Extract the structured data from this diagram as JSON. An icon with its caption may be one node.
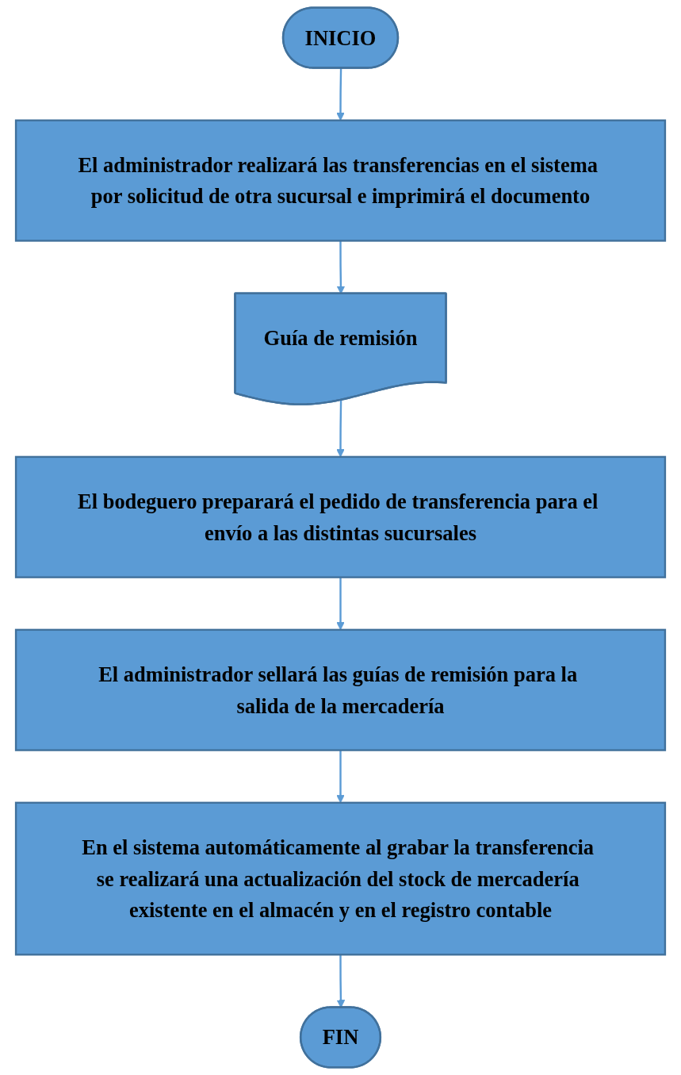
{
  "diagram": {
    "nodes": [
      {
        "text": [
          "INICIO"
        ]
      },
      {
        "text": [
          "El administrador realizará las transferencias en el sistema por solicitud de otra sucursal e imprimirá el documento"
        ]
      },
      {
        "text": [
          "Guía de remisión"
        ]
      },
      {
        "text": [
          "El bodeguero preparará el pedido de transferencia para el envío a las distintas sucursales"
        ]
      },
      {
        "text": [
          "El administrador sellará las guías de remisión para la salida de la mercadería"
        ]
      },
      {
        "text": [
          "En el sistema automáticamente al grabar la transferencia se realizará una actualización del stock de mercadería existente en el almacén y en el registro contable"
        ]
      },
      {
        "text": [
          "FIN"
        ]
      }
    ],
    "edges": [
      {
        "from": 0,
        "to": 1,
        "arrow": "to"
      },
      {
        "from": 1,
        "to": 2,
        "arrow": "to"
      },
      {
        "from": 2,
        "to": 3,
        "arrow": "to"
      },
      {
        "from": 3,
        "to": 4,
        "arrow": "to"
      },
      {
        "from": 4,
        "to": 5,
        "arrow": "to"
      },
      {
        "from": 5,
        "to": 6,
        "arrow": "to"
      }
    ]
  }
}
